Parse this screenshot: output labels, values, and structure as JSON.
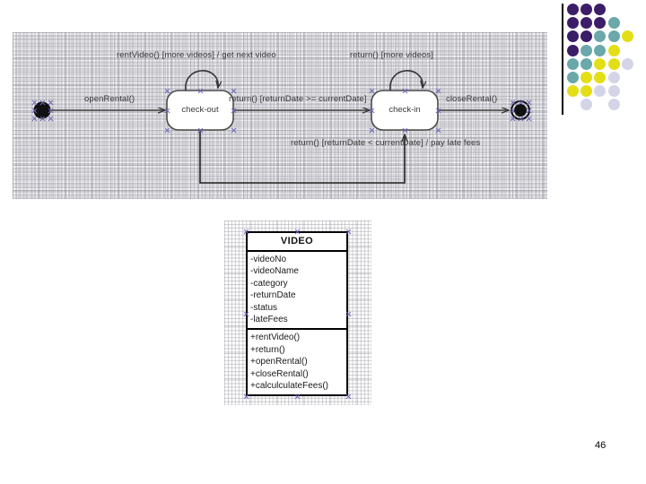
{
  "slide": {
    "page_number": "46"
  },
  "decoration": {
    "name": "dot-grid-decoration",
    "colors": {
      "dark_purple": "#3b1d68",
      "teal": "#6aa8aa",
      "yellow": "#e3de16",
      "light_lavender": "#d4d4e8"
    },
    "rule_color": "#000000",
    "dots": [
      {
        "row": 0,
        "col": 0,
        "color": "#3b1d68"
      },
      {
        "row": 0,
        "col": 1,
        "color": "#3b1d68"
      },
      {
        "row": 0,
        "col": 2,
        "color": "#3b1d68"
      },
      {
        "row": 1,
        "col": 0,
        "color": "#3b1d68"
      },
      {
        "row": 1,
        "col": 1,
        "color": "#3b1d68"
      },
      {
        "row": 1,
        "col": 2,
        "color": "#3b1d68"
      },
      {
        "row": 1,
        "col": 3,
        "color": "#6aa8aa"
      },
      {
        "row": 2,
        "col": 0,
        "color": "#3b1d68"
      },
      {
        "row": 2,
        "col": 1,
        "color": "#3b1d68"
      },
      {
        "row": 2,
        "col": 2,
        "color": "#6aa8aa"
      },
      {
        "row": 2,
        "col": 3,
        "color": "#6aa8aa"
      },
      {
        "row": 2,
        "col": 4,
        "color": "#e3de16"
      },
      {
        "row": 3,
        "col": 0,
        "color": "#3b1d68"
      },
      {
        "row": 3,
        "col": 1,
        "color": "#6aa8aa"
      },
      {
        "row": 3,
        "col": 2,
        "color": "#6aa8aa"
      },
      {
        "row": 3,
        "col": 3,
        "color": "#e3de16"
      },
      {
        "row": 4,
        "col": 0,
        "color": "#6aa8aa"
      },
      {
        "row": 4,
        "col": 1,
        "color": "#6aa8aa"
      },
      {
        "row": 4,
        "col": 2,
        "color": "#e3de16"
      },
      {
        "row": 4,
        "col": 3,
        "color": "#e3de16"
      },
      {
        "row": 4,
        "col": 4,
        "color": "#d4d4e8"
      },
      {
        "row": 5,
        "col": 0,
        "color": "#6aa8aa"
      },
      {
        "row": 5,
        "col": 1,
        "color": "#e3de16"
      },
      {
        "row": 5,
        "col": 2,
        "color": "#e3de16"
      },
      {
        "row": 5,
        "col": 3,
        "color": "#d4d4e8"
      },
      {
        "row": 6,
        "col": 0,
        "color": "#e3de16"
      },
      {
        "row": 6,
        "col": 1,
        "color": "#e3de16"
      },
      {
        "row": 6,
        "col": 2,
        "color": "#d4d4e8"
      },
      {
        "row": 6,
        "col": 3,
        "color": "#d4d4e8"
      },
      {
        "row": 7,
        "col": 1,
        "color": "#d4d4e8"
      },
      {
        "row": 7,
        "col": 3,
        "color": "#d4d4e8"
      }
    ]
  },
  "state_diagram": {
    "name": "video-rental-state-machine",
    "states": [
      {
        "id": "start",
        "kind": "initial-state",
        "label": ""
      },
      {
        "id": "check-out",
        "kind": "state",
        "label": "check-out"
      },
      {
        "id": "check-in",
        "kind": "state",
        "label": "check-in"
      },
      {
        "id": "end",
        "kind": "final-state",
        "label": ""
      }
    ],
    "transitions": [
      {
        "id": "open-rental",
        "from": "start",
        "to": "check-out",
        "label": "openRental()"
      },
      {
        "id": "rent-video-self-loop",
        "from": "check-out",
        "to": "check-out",
        "label": "rentVideo() [more videos] / get next video"
      },
      {
        "id": "return-on-time",
        "from": "check-out",
        "to": "check-in",
        "label": "return() [returnDate >= currentDate]"
      },
      {
        "id": "return-more-videos-self-loop",
        "from": "check-in",
        "to": "check-in",
        "label": "return() [more videos]"
      },
      {
        "id": "return-late",
        "from": "check-out",
        "to": "check-in",
        "label": "return() [returnDate < currentDate] / pay late fees"
      },
      {
        "id": "close-rental",
        "from": "check-in",
        "to": "end",
        "label": "closeRental()"
      }
    ]
  },
  "class_diagram": {
    "name": "video-class",
    "class_name": "VIDEO",
    "attributes": [
      "-videoNo",
      "-videoName",
      "-category",
      "-returnDate",
      "-status",
      "-lateFees"
    ],
    "operations": [
      "+rentVideo()",
      "+return()",
      "+openRental()",
      "+closeRental()",
      "+calculculateFees()"
    ]
  }
}
